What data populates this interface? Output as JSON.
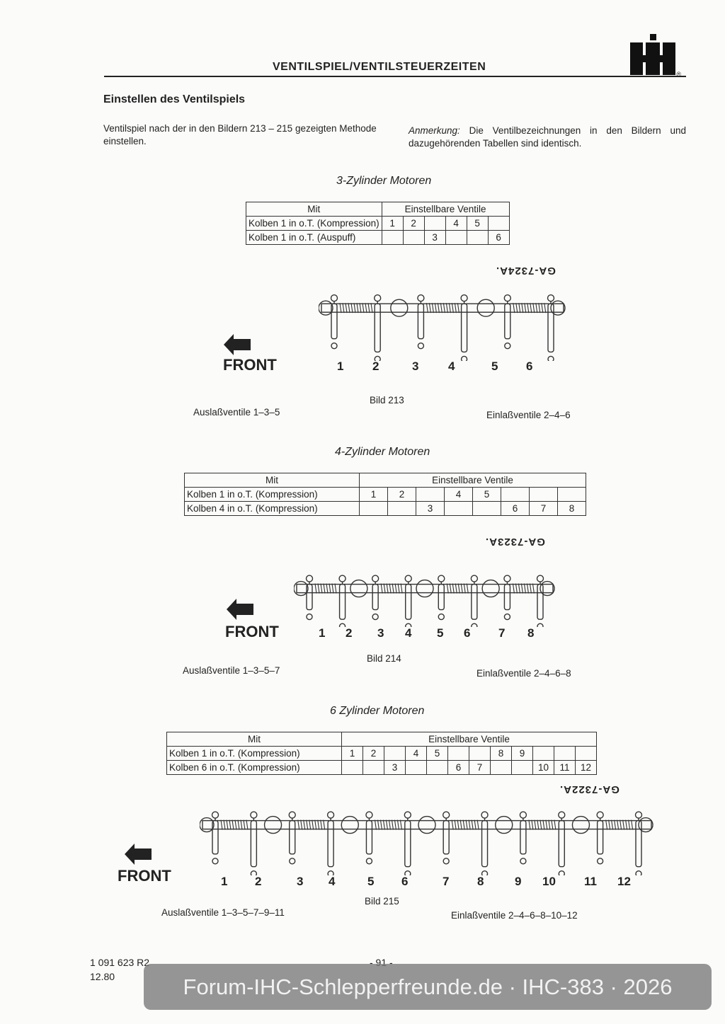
{
  "header": {
    "title": "VENTILSPIEL/VENTILSTEUERZEITEN",
    "logo_mark": "®"
  },
  "section_title": "Einstellen des Ventilspiels",
  "intro": {
    "left": "Ventilspiel nach der in den Bildern 213 – 215 gezeigten Methode einstellen.",
    "note_label": "Anmerkung:",
    "note_text": "Die Ventilbezeichnungen in den Bildern und dazugehörenden Tabellen sind identisch."
  },
  "engines": [
    {
      "title": "3-Zylinder Motoren",
      "table": {
        "col_mit": "Mit",
        "col_ventile": "Einstellbare Ventile",
        "rows": [
          {
            "label": "Kolben 1 in o.T. (Kompression)",
            "cells": [
              "1",
              "2",
              "",
              "4",
              "5",
              ""
            ]
          },
          {
            "label": "Kolben 1 in o.T. (Auspuff)",
            "cells": [
              "",
              "",
              "3",
              "",
              "",
              "6"
            ]
          }
        ]
      },
      "code": "GA-7324A.",
      "front": "FRONT",
      "valve_numbers": [
        "1",
        "2",
        "3",
        "4",
        "5",
        "6"
      ],
      "figure": "Bild 213",
      "exhaust": "Auslaßventile 1–3–5",
      "intake": "Einlaßventile 2–4–6"
    },
    {
      "title": "4-Zylinder Motoren",
      "table": {
        "col_mit": "Mit",
        "col_ventile": "Einstellbare Ventile",
        "rows": [
          {
            "label": "Kolben 1 in o.T. (Kompression)",
            "cells": [
              "1",
              "2",
              "",
              "4",
              "5",
              "",
              "",
              ""
            ]
          },
          {
            "label": "Kolben 4 in o.T. (Kompression)",
            "cells": [
              "",
              "",
              "3",
              "",
              "",
              "6",
              "7",
              "8"
            ]
          }
        ]
      },
      "code": "GA-7323A.",
      "front": "FRONT",
      "valve_numbers": [
        "1",
        "2",
        "3",
        "4",
        "5",
        "6",
        "7",
        "8"
      ],
      "figure": "Bild 214",
      "exhaust": "Auslaßventile 1–3–5–7",
      "intake": "Einlaßventile 2–4–6–8"
    },
    {
      "title": "6 Zylinder Motoren",
      "table": {
        "col_mit": "Mit",
        "col_ventile": "Einstellbare Ventile",
        "rows": [
          {
            "label": "Kolben 1 in o.T. (Kompression)",
            "cells": [
              "1",
              "2",
              "",
              "4",
              "5",
              "",
              "",
              "8",
              "9",
              "",
              "",
              ""
            ]
          },
          {
            "label": "Kolben 6 in o.T. (Kompression)",
            "cells": [
              "",
              "",
              "3",
              "",
              "",
              "6",
              "7",
              "",
              "",
              "10",
              "11",
              "12"
            ]
          }
        ]
      },
      "code": "GA-7322A.",
      "front": "FRONT",
      "valve_numbers": [
        "1",
        "2",
        "3",
        "4",
        "5",
        "6",
        "7",
        "8",
        "9",
        "10",
        "11",
        "12"
      ],
      "figure": "Bild 215",
      "exhaust": "Auslaßventile 1–3–5–7–9–11",
      "intake": "Einlaßventile 2–4–6–8–10–12"
    }
  ],
  "footer": {
    "part_number": "1 091 623 R2",
    "date": "12.80",
    "page": "- 91 -"
  },
  "watermark": "Forum-IHC-Schlepperfreunde.de · IHC-383 · 2026"
}
